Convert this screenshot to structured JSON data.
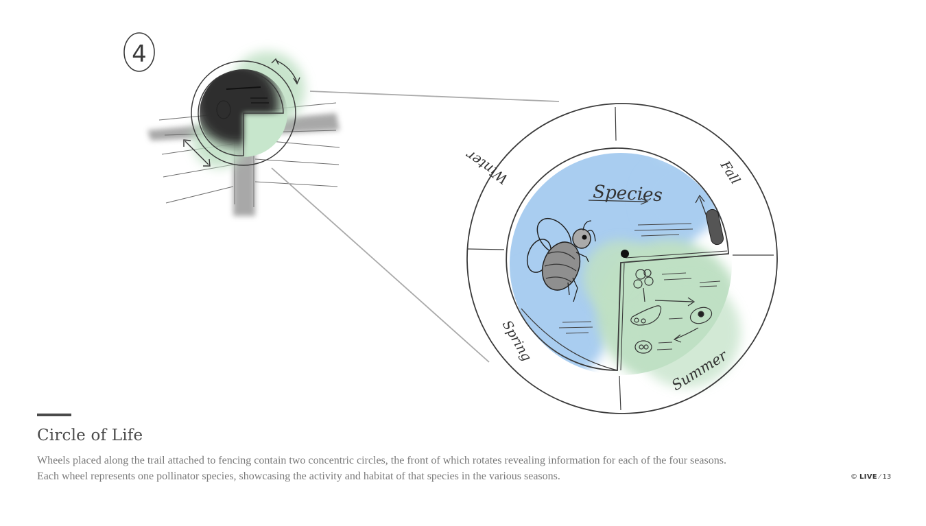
{
  "slide": {
    "title": "Circle of Life",
    "description": [
      "Wheels placed along the trail attached to fencing contain two concentric circles, the front of which rotates revealing information for each of the four seasons.",
      "Each wheel represents one pollinator species, showcasing the activity and habitat of that species in the various seasons."
    ],
    "page_number": "13",
    "copyright_symbol": "©",
    "brand": "LIVE",
    "page_separator": "⁄"
  },
  "sketch": {
    "sketch_number": "4",
    "center_label": "Species",
    "seasons": {
      "winter": "Winter",
      "fall": "Fall",
      "spring": "Spring",
      "summer": "Summer"
    },
    "colors": {
      "ink": "#3a3a3a",
      "blue_wash": "#a9cdf0",
      "green_wash": "#bfe0c4",
      "dark_wash": "#2f2f2f",
      "gray_post": "#9a9a9a",
      "text_dark": "#4a4a4a",
      "text_body": "#7a7a7a"
    }
  }
}
